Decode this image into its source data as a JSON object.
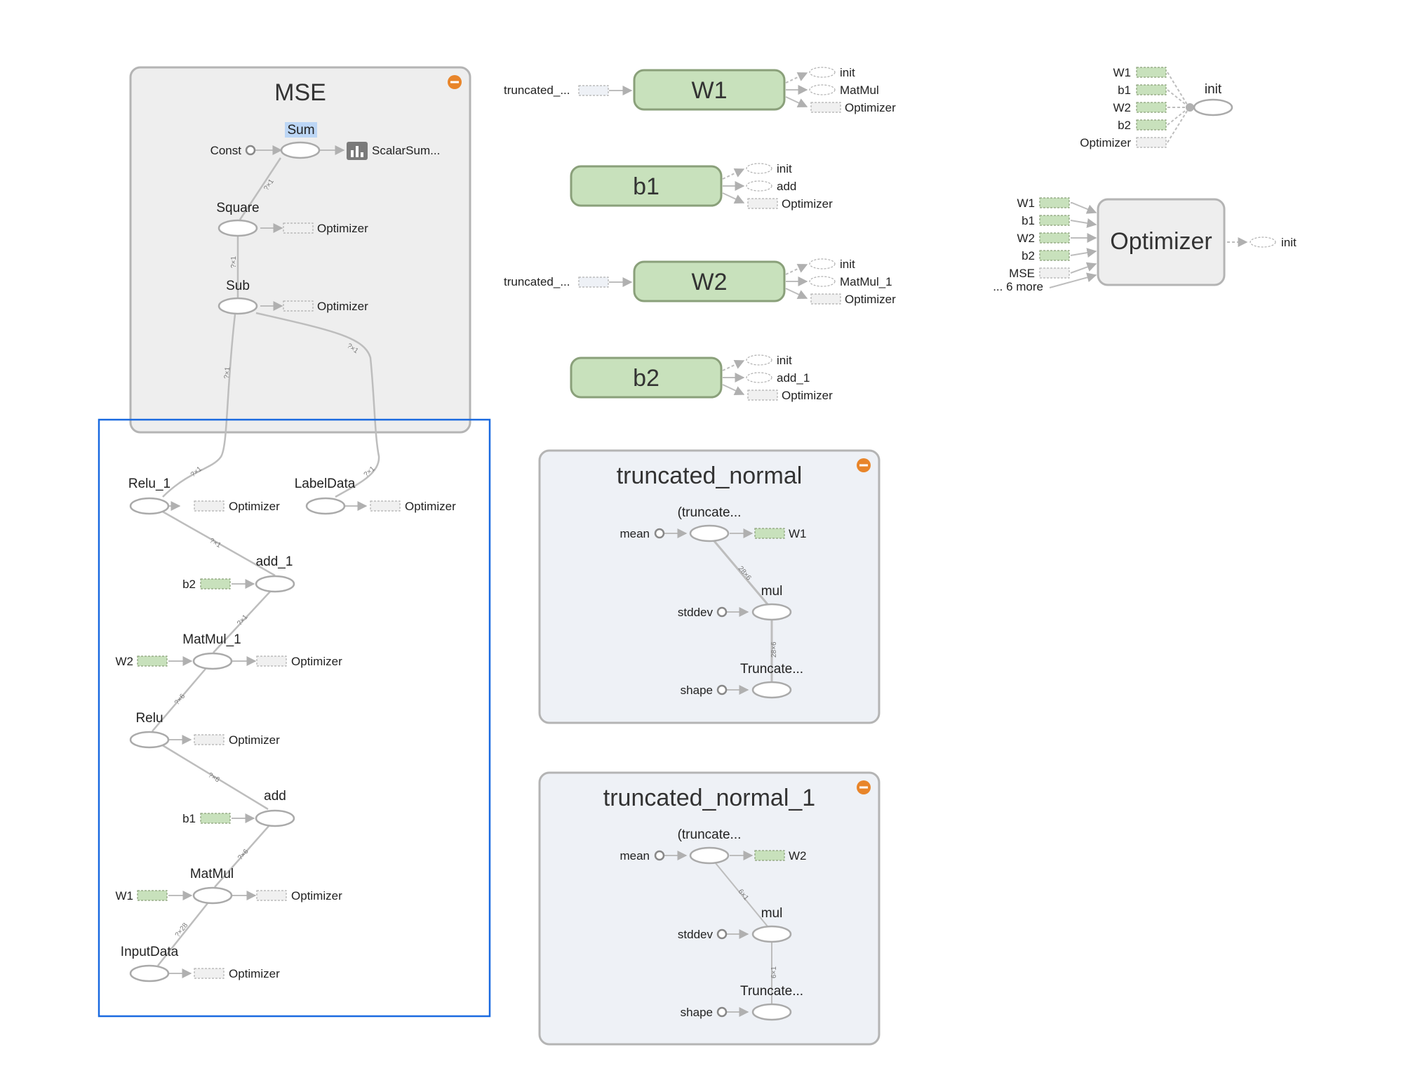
{
  "colors": {
    "group_fill": "#eeeeee",
    "group_fill_blue": "#eef1f6",
    "group_stroke": "#b0b0b0",
    "var_fill": "#c8e1bc",
    "var_stroke": "#8aa07a",
    "node_stroke": "#aaaaaa",
    "edge": "#bdbdbd",
    "collapse": "#e8852a",
    "selection": "#1a6ae0",
    "highlight": "#bcd6f5",
    "summary": "#7a7a7a"
  },
  "mse": {
    "title": "MSE",
    "sum": "Sum",
    "const": "Const",
    "scalar": "ScalarSum...",
    "square": "Square",
    "sub": "Sub",
    "opt": "Optimizer",
    "e_sum": "?×1",
    "e_sq": "?×1",
    "e_sub_l": "?×1",
    "e_sub_r": "?×1"
  },
  "net": {
    "relu1": "Relu_1",
    "labeldata": "LabelData",
    "add1": "add_1",
    "b2": "b2",
    "matmul1": "MatMul_1",
    "w2": "W2",
    "relu": "Relu",
    "add": "add",
    "b1": "b1",
    "matmul": "MatMul",
    "w1": "W1",
    "inputdata": "InputData",
    "opt": "Optimizer",
    "e1": "?×1",
    "e2": "?×1",
    "e3": "?×1",
    "e4": "?×1",
    "e5": "?×6",
    "e6": "?×6",
    "e7": "?×6",
    "e8": "?×28"
  },
  "vars": {
    "W1": {
      "title": "W1",
      "left": "truncated_...",
      "outs": [
        "init",
        "MatMul",
        "Optimizer"
      ]
    },
    "b1": {
      "title": "b1",
      "outs": [
        "init",
        "add",
        "Optimizer"
      ]
    },
    "W2": {
      "title": "W2",
      "left": "truncated_...",
      "outs": [
        "init",
        "MatMul_1",
        "Optimizer"
      ]
    },
    "b2": {
      "title": "b2",
      "outs": [
        "init",
        "add_1",
        "Optimizer"
      ]
    }
  },
  "tn0": {
    "title": "truncated_normal",
    "trunc": "(truncate...",
    "mean": "mean",
    "out": "W1",
    "mul": "mul",
    "stddev": "stddev",
    "tnode": "Truncate...",
    "shape": "shape",
    "e1": "28×6",
    "e2": "28×6"
  },
  "tn1": {
    "title": "truncated_normal_1",
    "trunc": "(truncate...",
    "mean": "mean",
    "out": "W2",
    "mul": "mul",
    "stddev": "stddev",
    "tnode": "Truncate...",
    "shape": "shape",
    "e1": "6×1",
    "e2": "6×1"
  },
  "init": {
    "title": "init",
    "inputs": [
      "W1",
      "b1",
      "W2",
      "b2",
      "Optimizer"
    ]
  },
  "optimizer": {
    "title": "Optimizer",
    "inputs": [
      "W1",
      "b1",
      "W2",
      "b2",
      "MSE"
    ],
    "more": "... 6 more",
    "out": "init"
  }
}
